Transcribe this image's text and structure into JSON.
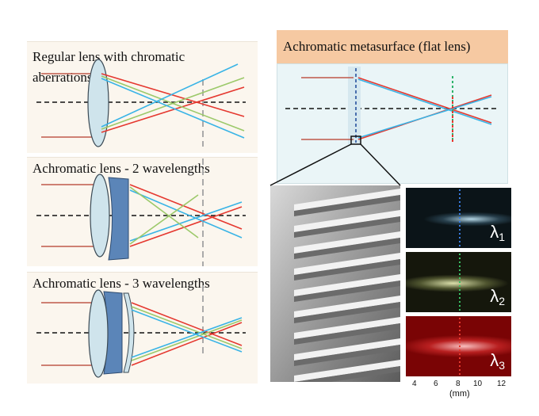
{
  "panels": {
    "regular": {
      "title_line1": "Regular lens with chromatic",
      "title_line2": "aberrations"
    },
    "achro2": {
      "title": "Achromatic lens - 2 wavelengths"
    },
    "achro3": {
      "title": "Achromatic lens - 3 wavelengths"
    },
    "metasurface": {
      "title": "Achromatic metasurface (flat lens)"
    }
  },
  "spectra": [
    {
      "symbol": "λ",
      "index": "1"
    },
    {
      "symbol": "λ",
      "index": "2"
    },
    {
      "symbol": "λ",
      "index": "3"
    }
  ],
  "axis": {
    "ticks": [
      "4",
      "6",
      "8",
      "10",
      "12"
    ],
    "unit": "(mm)"
  },
  "colors": {
    "red": "#e5382f",
    "green": "#9cc96a",
    "blue": "#39b4e6",
    "lens": "#cfe4ec",
    "flat_lens": "#5b85b8"
  }
}
